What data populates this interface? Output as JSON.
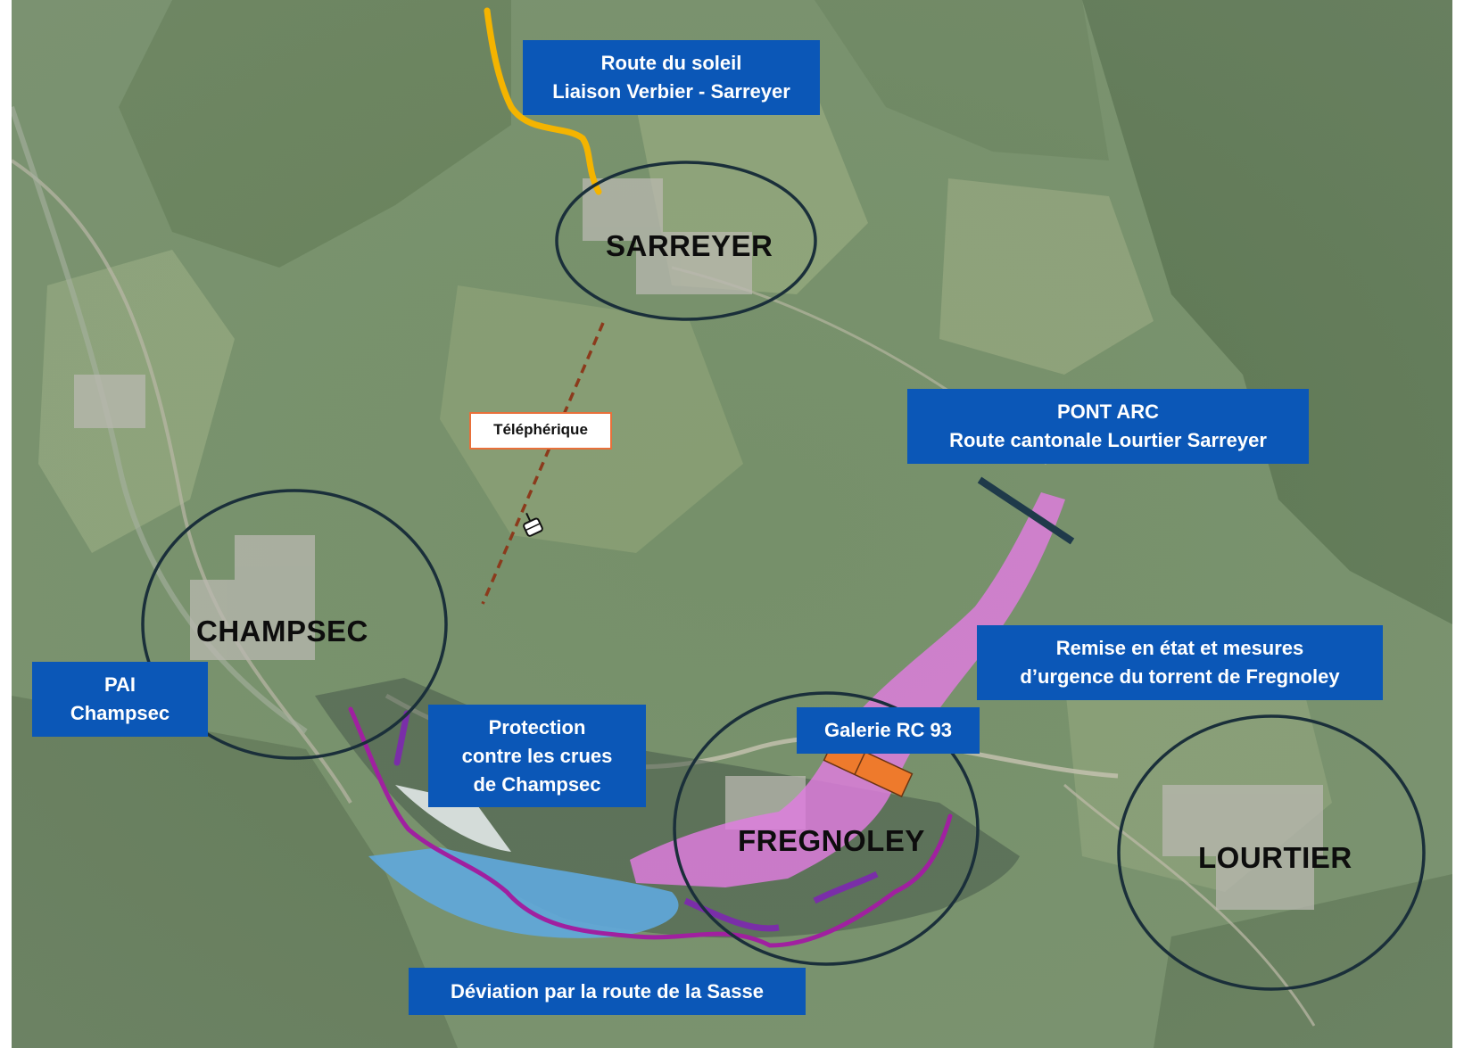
{
  "map": {
    "colors": {
      "terrain_base": "#76906a",
      "forest": "#5c7652",
      "meadow": "#a2b588",
      "circle_stroke": "#1a2f3a",
      "label_bg": "#0b57b7",
      "label_text": "#ffffff",
      "route_soleil": "#f4b400",
      "teleferique_line": "#8b3a1c",
      "torrent_zone": "#e07ce0",
      "deviation_route": "#a020a0",
      "protection_line": "#7a2ea8",
      "pont_arc_line": "#1f3a4a",
      "galerie": "#ee7a2c",
      "reservoir": "#5fa9dd"
    },
    "places": {
      "sarreyer": "SARREYER",
      "champsec": "CHAMPSEC",
      "fregnoley": "FREGNOLEY",
      "lourtier": "LOURTIER"
    },
    "labels": {
      "route_soleil": [
        "Route du soleil",
        "Liaison Verbier - Sarreyer"
      ],
      "pont_arc": [
        "PONT ARC",
        "Route cantonale Lourtier Sarreyer"
      ],
      "remise": [
        "Remise en état et mesures",
        "d’urgence du torrent de Fregnoley"
      ],
      "galerie": "Galerie RC 93",
      "protection": [
        "Protection",
        "contre les crues",
        "de Champsec"
      ],
      "pai": [
        "PAI",
        "Champsec"
      ],
      "deviation": "Déviation par la route de la Sasse",
      "teleferique": "Téléphérique"
    },
    "icons": {
      "cable_car": "cable-car-icon"
    }
  }
}
